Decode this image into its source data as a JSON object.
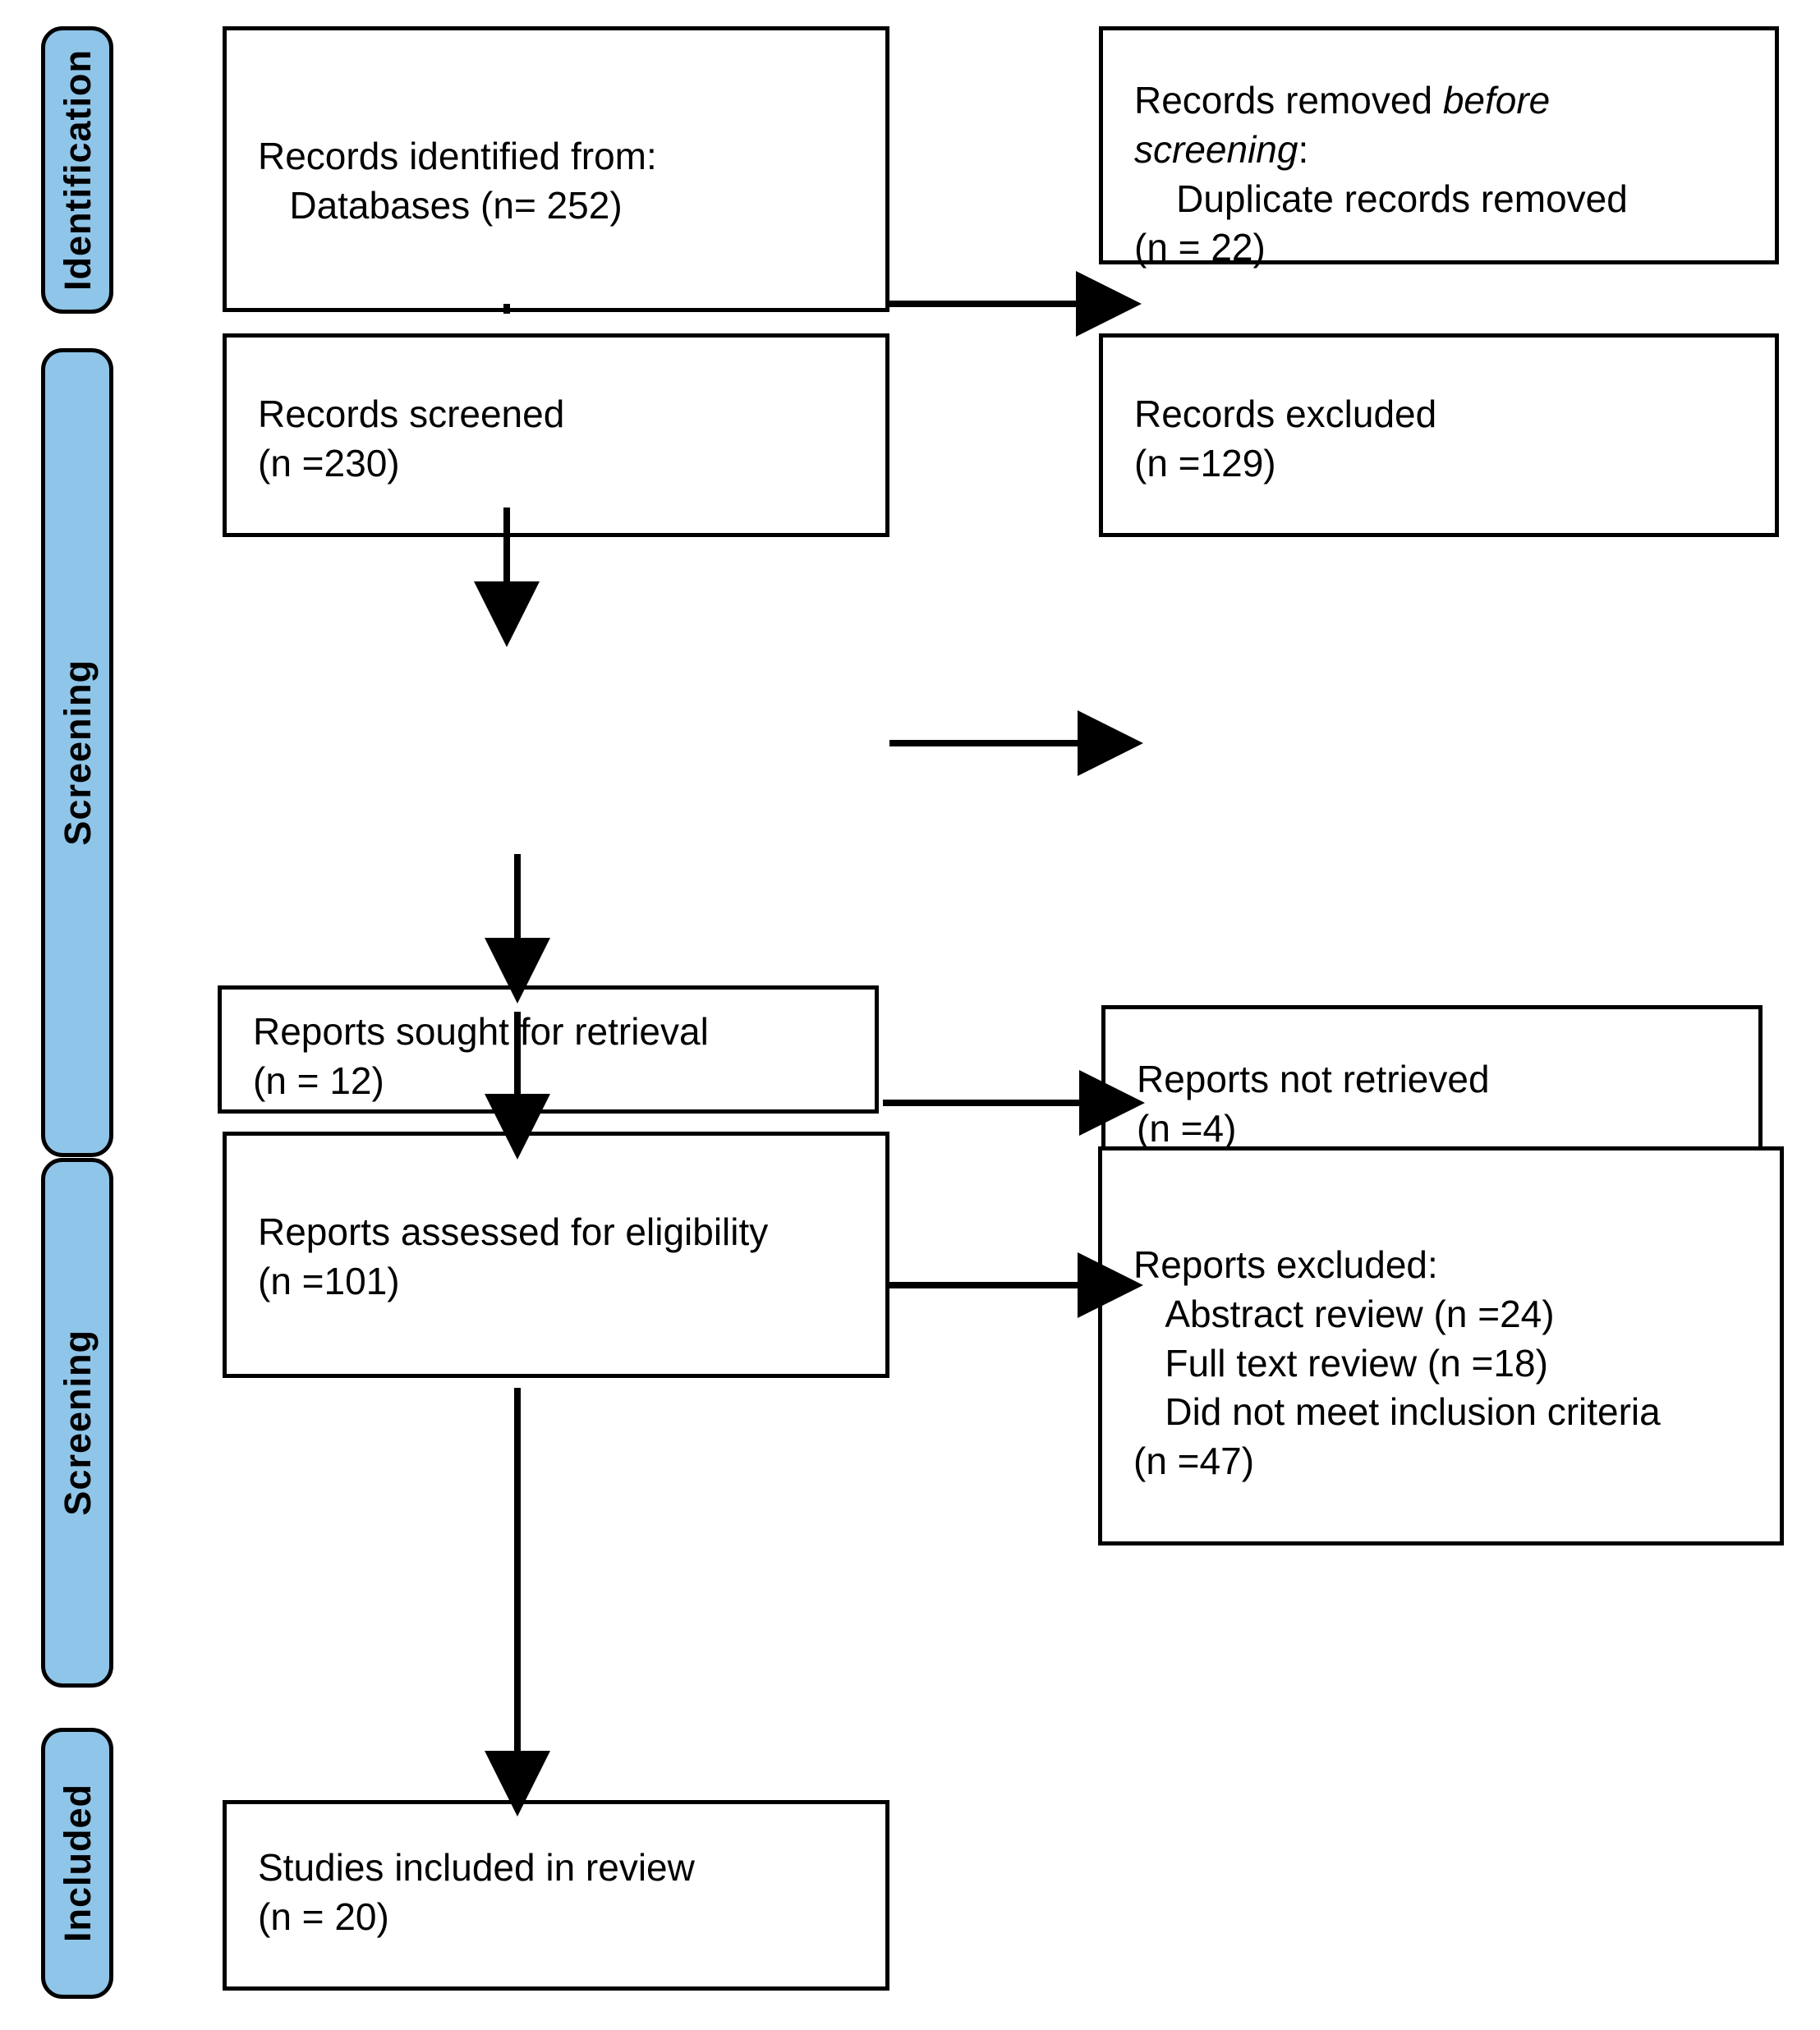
{
  "diagram": {
    "title": "PRISMA 2020 flow diagram",
    "accent_color": "#8FC5E8",
    "line_color": "#000000",
    "background": "#ffffff"
  },
  "phases": [
    {
      "id": "identification",
      "label": "Identification"
    },
    {
      "id": "screening-1",
      "label": "Screening"
    },
    {
      "id": "screening-2",
      "label": "Screening"
    },
    {
      "id": "included",
      "label": "Included"
    }
  ],
  "boxes": {
    "records_identified": {
      "line1": "Records identified from:",
      "line2": "   Databases (n= 252)"
    },
    "records_removed": {
      "line1": "Records removed ",
      "line1_em": "before",
      "line2_em": "screening",
      "line2_tail": ":",
      "line3": "    Duplicate records removed",
      "line4": "(n = 22)"
    },
    "records_screened": {
      "line1": "Records screened",
      "line2": "(n =230)"
    },
    "records_excluded": {
      "line1": "Records excluded",
      "line2": "(n =129)"
    },
    "reports_sought": {
      "line1": "Reports sought for retrieval",
      "line2": "(n = 12)"
    },
    "reports_not_retrieved": {
      "line1": "Reports not retrieved",
      "line2": "(n =4)"
    },
    "reports_assessed": {
      "line1": "Reports assessed for eligibility",
      "line2": "(n =101)"
    },
    "reports_excluded": {
      "line1": "Reports excluded:",
      "line2": "   Abstract review (n =24)",
      "line3": "   Full text review (n =18)",
      "line4": "   Did not meet inclusion criteria",
      "line5": "(n =47)"
    },
    "studies_included": {
      "line1": "Studies included in review",
      "line2": "(n = 20)"
    }
  },
  "chart_data": {
    "type": "diagram",
    "title": "PRISMA 2020 flow diagram",
    "nodes": [
      {
        "id": "records_identified",
        "stage": "Identification",
        "label": "Records identified from: Databases",
        "n": 252
      },
      {
        "id": "records_removed",
        "stage": "Identification",
        "label": "Records removed before screening: Duplicate records removed",
        "n": 22
      },
      {
        "id": "records_screened",
        "stage": "Screening",
        "label": "Records screened",
        "n": 230
      },
      {
        "id": "records_excluded",
        "stage": "Screening",
        "label": "Records excluded",
        "n": 129
      },
      {
        "id": "reports_sought",
        "stage": "Screening",
        "label": "Reports sought for retrieval",
        "n": 12
      },
      {
        "id": "reports_not_retrieved",
        "stage": "Screening",
        "label": "Reports not retrieved",
        "n": 4
      },
      {
        "id": "reports_assessed",
        "stage": "Screening",
        "label": "Reports assessed for eligibility",
        "n": 101
      },
      {
        "id": "reports_excluded",
        "stage": "Screening",
        "label": "Reports excluded",
        "breakdown": [
          {
            "reason": "Abstract review",
            "n": 24
          },
          {
            "reason": "Full text review",
            "n": 18
          },
          {
            "reason": "Did not meet inclusion criteria",
            "n": 47
          }
        ]
      },
      {
        "id": "studies_included",
        "stage": "Included",
        "label": "Studies included in review",
        "n": 20
      }
    ],
    "edges": [
      {
        "from": "records_identified",
        "to": "records_removed",
        "direction": "right"
      },
      {
        "from": "records_identified",
        "to": "records_screened",
        "direction": "down"
      },
      {
        "from": "records_screened",
        "to": "records_excluded",
        "direction": "right"
      },
      {
        "from": "records_screened",
        "to": "reports_sought",
        "direction": "down"
      },
      {
        "from": "reports_sought",
        "to": "reports_not_retrieved",
        "direction": "right"
      },
      {
        "from": "reports_sought",
        "to": "reports_assessed",
        "direction": "down"
      },
      {
        "from": "reports_assessed",
        "to": "reports_excluded",
        "direction": "right"
      },
      {
        "from": "reports_assessed",
        "to": "studies_included",
        "direction": "down"
      }
    ]
  }
}
